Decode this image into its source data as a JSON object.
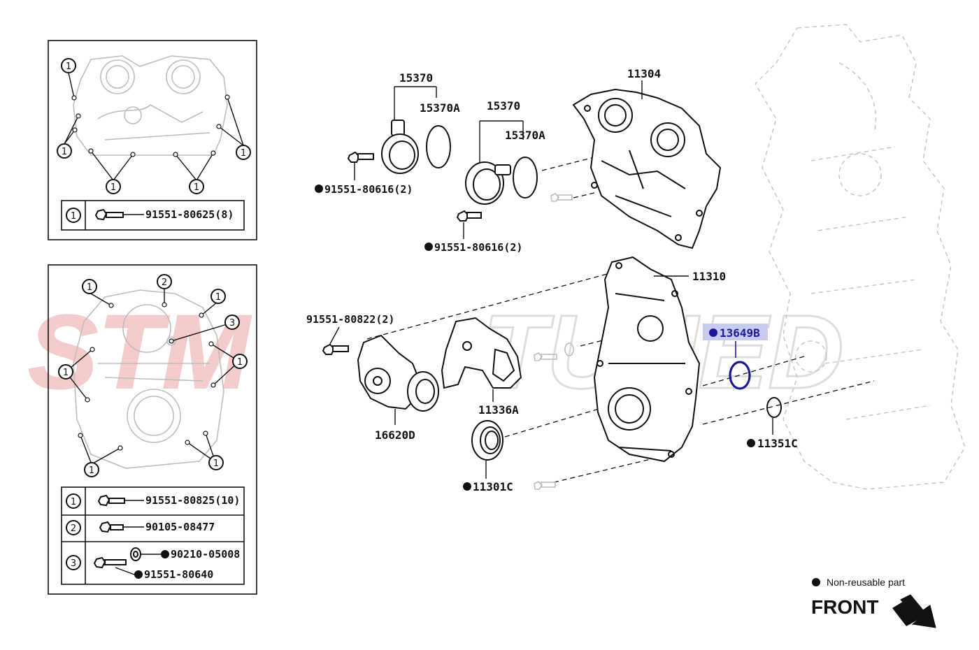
{
  "watermark": {
    "text_left": "STM",
    "text_right": "TUNED",
    "color_left": "#f3c6c6",
    "color_right": "#e2e2e2"
  },
  "legend": {
    "bullet_text": "Non-reusable part",
    "front_label": "FRONT"
  },
  "highlight_color": "#1a1a9a",
  "highlight_bg": "#c9cbee",
  "inset_top": {
    "callout": "1",
    "table": [
      {
        "key": "1",
        "part": "91551-80625(8)"
      }
    ]
  },
  "inset_bottom": {
    "callouts": [
      "1",
      "2",
      "3"
    ],
    "table": [
      {
        "key": "1",
        "parts": [
          "91551-80825(10)"
        ]
      },
      {
        "key": "2",
        "parts": [
          "90105-08477"
        ]
      },
      {
        "key": "3",
        "parts": [
          "90210-05008",
          "91551-80640"
        ]
      }
    ]
  },
  "labels": {
    "p15370_a": "15370",
    "p15370A_a": "15370A",
    "p15370_b": "15370",
    "p15370A_b": "15370A",
    "p11304": "11304",
    "p91551_80616_a": "91551-80616(2)",
    "p91551_80616_b": "91551-80616(2)",
    "p11310": "11310",
    "p91551_80822": "91551-80822(2)",
    "p13649B": "13649B",
    "p11336A": "11336A",
    "p16620D": "16620D",
    "p11301C": "11301C",
    "p11351C": "11351C"
  }
}
